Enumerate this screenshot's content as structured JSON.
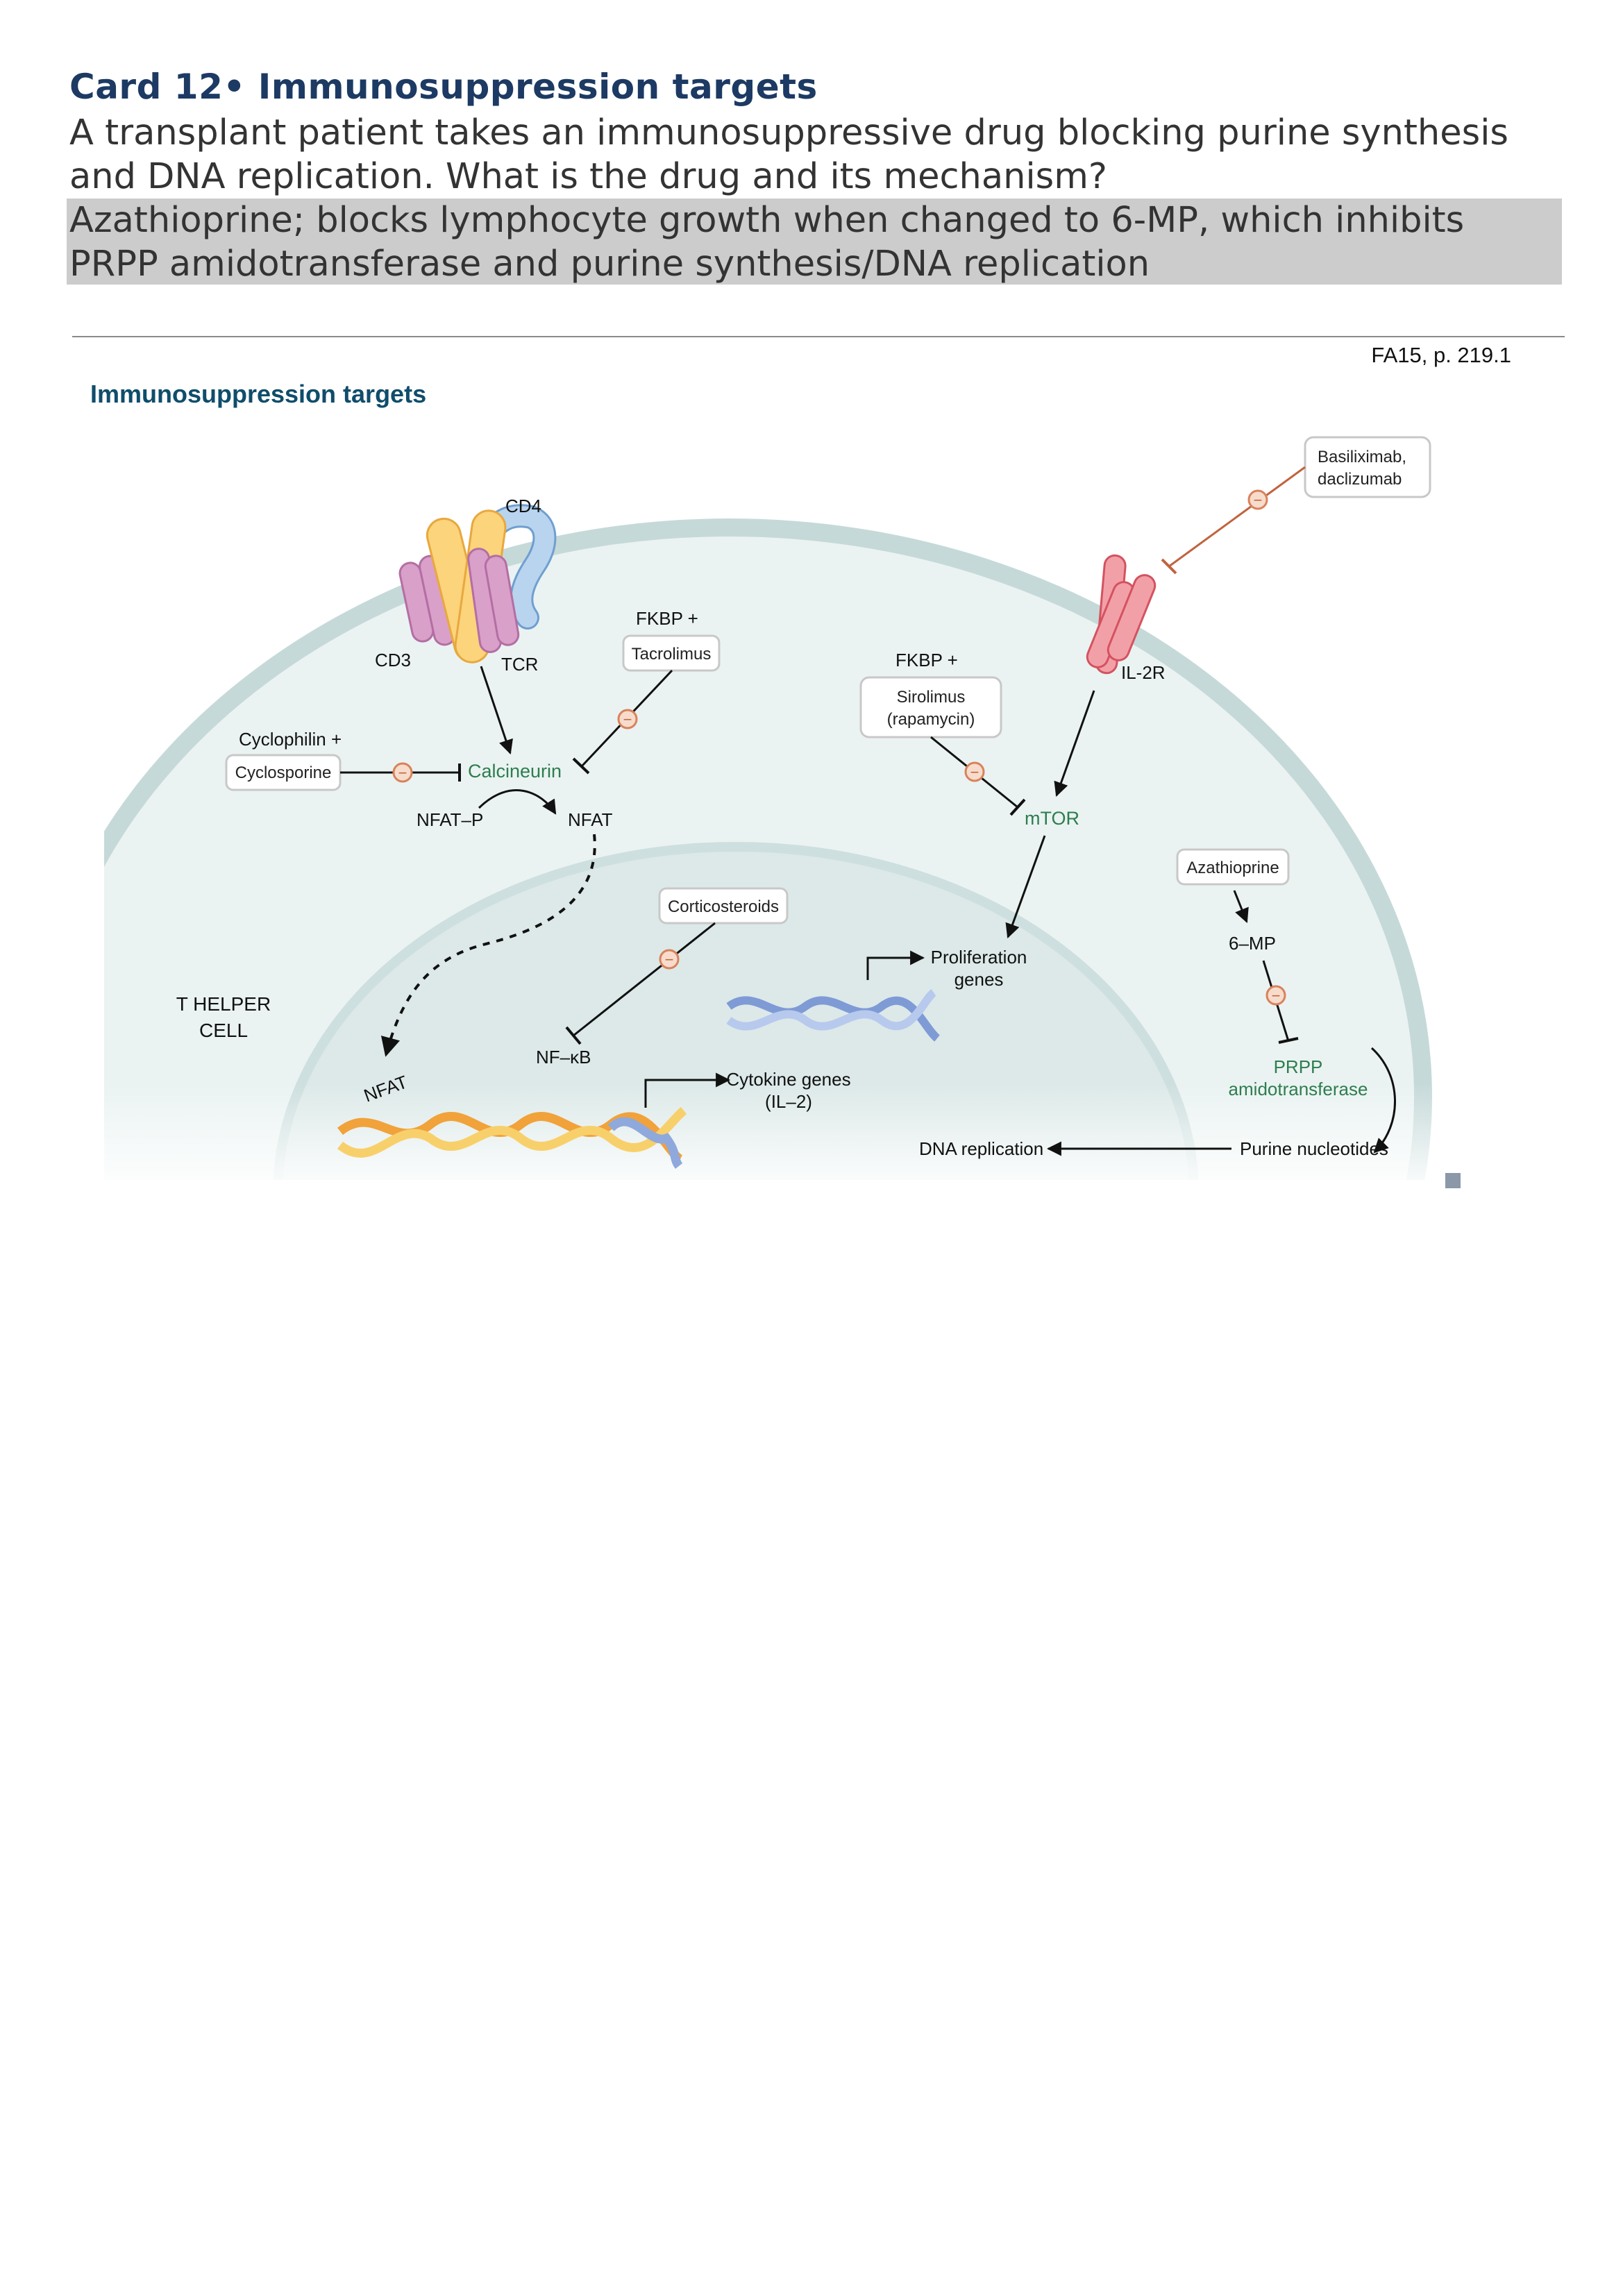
{
  "card": {
    "title": "Card 12• Immunosuppression targets",
    "question": "A transplant patient takes an immunosuppressive drug blocking purine synthesis and DNA replication. What is the drug and its mechanism?",
    "answer": "Azathioprine; blocks lymphocyte growth when changed to 6-MP, which inhibits PRPP amidotransferase and purine synthesis/DNA replication",
    "reference": "FA15, p. 219.1"
  },
  "figure": {
    "title": "Immunosuppression targets",
    "cell_label_line1": "T HELPER",
    "cell_label_line2": "CELL",
    "receptors": {
      "cd4": "CD4",
      "cd3": "CD3",
      "tcr": "TCR",
      "il2r": "IL-2R"
    },
    "drugs": {
      "basiliximab_line1": "Basiliximab,",
      "basiliximab_line2": "daclizumab",
      "tacrolimus_prefix": "FKBP +",
      "tacrolimus": "Tacrolimus",
      "cyclosporine_prefix": "Cyclophilin +",
      "cyclosporine": "Cyclosporine",
      "sirolimus_prefix": "FKBP +",
      "sirolimus_line1": "Sirolimus",
      "sirolimus_line2": "(rapamycin)",
      "corticosteroids": "Corticosteroids",
      "azathioprine": "Azathioprine"
    },
    "nodes": {
      "calcineurin": "Calcineurin",
      "nfat_p": "NFAT–P",
      "nfat": "NFAT",
      "nfat_nucleus": "NFAT",
      "nfkb": "NF–κB",
      "mtor": "mTOR",
      "six_mp": "6–MP",
      "prpp_line1": "PRPP",
      "prpp_line2": "amidotransferase",
      "purine_nucleotides": "Purine nucleotides",
      "dna_replication": "DNA replication",
      "proliferation_line1": "Proliferation",
      "proliferation_line2": "genes",
      "cytokine_line1": "Cytokine genes",
      "cytokine_line2": "(IL–2)"
    },
    "inhibit_symbol": "−",
    "colors": {
      "title": "#0f4d6b",
      "enzyme_green": "#2e7d4f",
      "inhibitor_orange": "#d9825b",
      "basiliximab_line": "#c0643f",
      "cell_membrane": "#c6d9d9",
      "cytoplasm": "#eaf3f2",
      "nucleus": "#d9e7e7"
    },
    "icons": [
      "tcr-complex-icon",
      "il2r-receptor-icon",
      "dna-helix-icon",
      "rx-icon"
    ]
  }
}
